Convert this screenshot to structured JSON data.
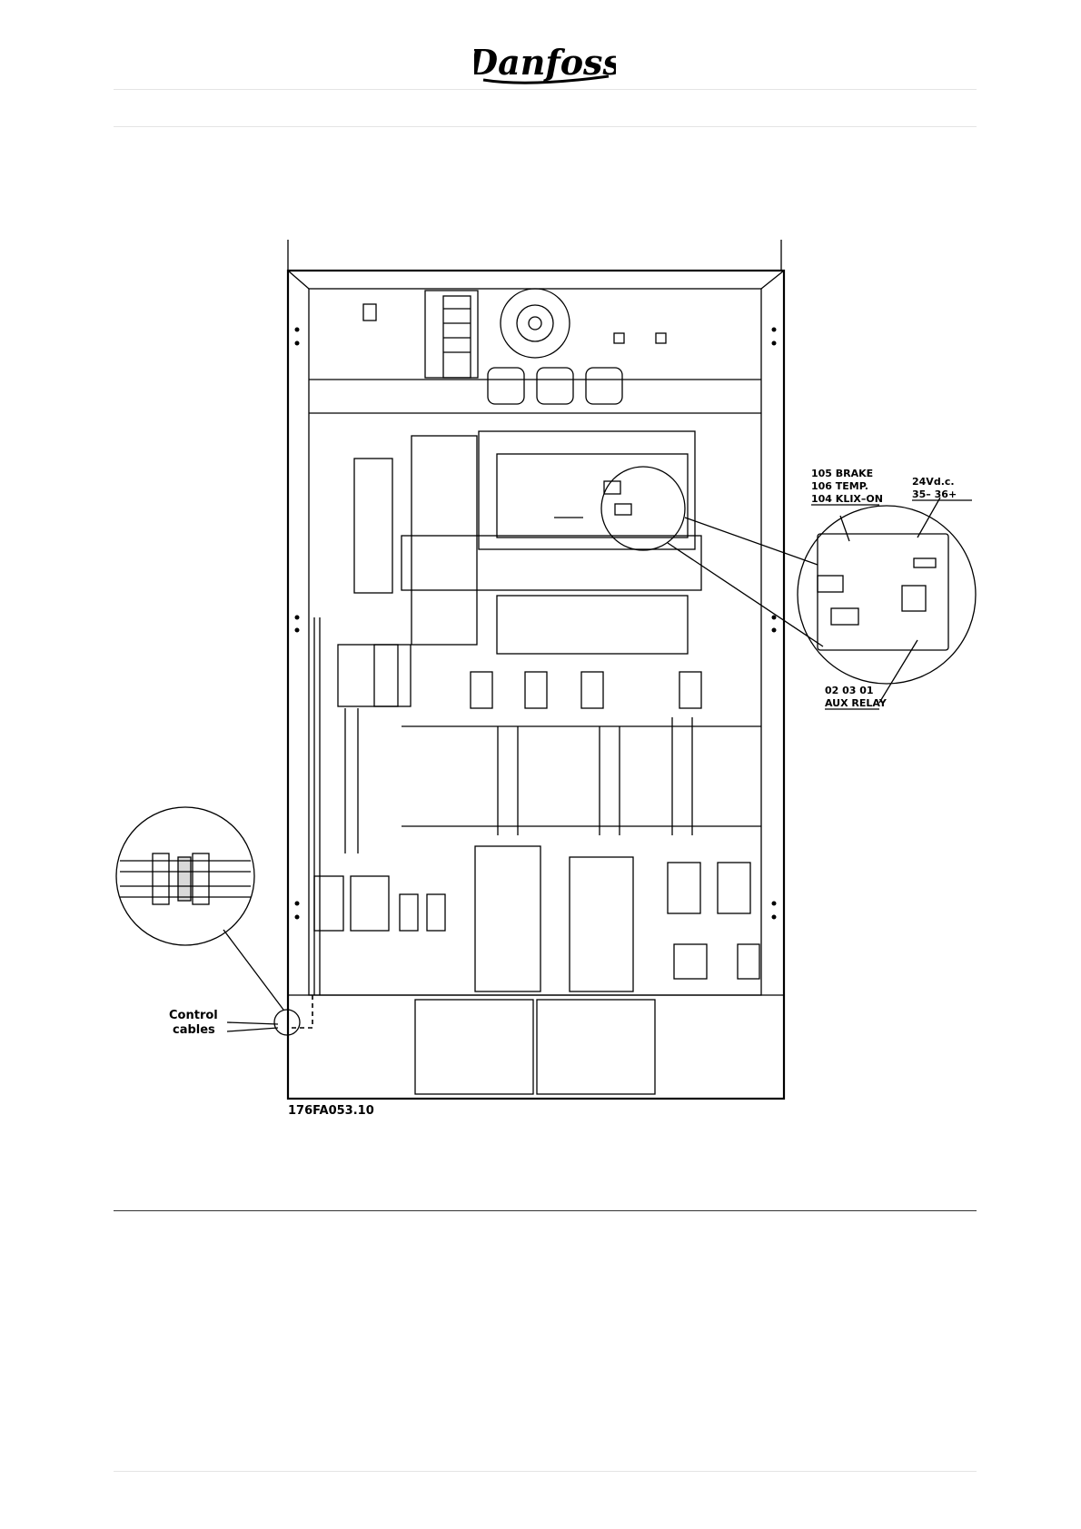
{
  "header": {
    "brand": "Danfoss"
  },
  "drawing": {
    "figure_code": "176FA053.10",
    "callout_control_line1": "Control",
    "callout_control_line2": "cables",
    "terminal_105": "105  BRAKE",
    "terminal_106": "106  TEMP.",
    "terminal_104": "104  KLIX–ON",
    "supply_voltage": "24Vd.c.",
    "supply_terminals": "35–    36+",
    "relay_terminals": "02  03  01",
    "relay_label": "AUX  RELAY"
  },
  "colors": {
    "line": "#000000",
    "light_rule": "#e4e4e4",
    "background": "#ffffff"
  }
}
